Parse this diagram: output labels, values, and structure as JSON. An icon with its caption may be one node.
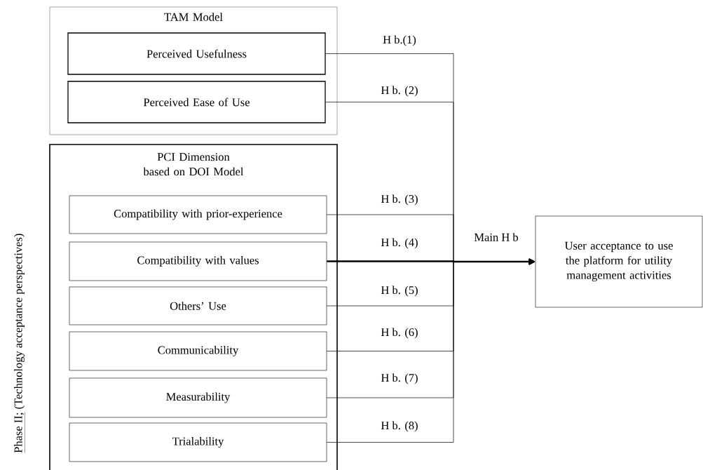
{
  "diagram": {
    "nodes": [
      {
        "text": [
          "TAM Model"
        ]
      },
      {
        "text": [
          "Perceived Usefulness"
        ],
        "in": 0
      },
      {
        "text": [
          "Perceived Ease of Use"
        ],
        "in": 0
      },
      {
        "text": [
          "PCI Dimension based on DOI Model"
        ]
      },
      {
        "text": [
          "Compatibility with prior-experience"
        ],
        "in": 3
      },
      {
        "text": [
          "Compatibility with values"
        ],
        "in": 3
      },
      {
        "text": [
          "Others’ Use"
        ],
        "in": 3
      },
      {
        "text": [
          "Communicability"
        ],
        "in": 3
      },
      {
        "text": [
          "Measurability"
        ],
        "in": 3
      },
      {
        "text": [
          "Trialability"
        ],
        "in": 3
      },
      {
        "text": [
          "User acceptance to use the platform for utility management activities"
        ]
      }
    ],
    "edges": [
      {
        "from": 1,
        "to": 10,
        "arrow": "to",
        "label": "H b.(1)"
      },
      {
        "from": 2,
        "to": 10,
        "arrow": "to",
        "label": "H b. (2)"
      },
      {
        "from": 4,
        "to": 10,
        "arrow": "to",
        "label": "H b. (3)"
      },
      {
        "from": 5,
        "to": 10,
        "arrow": "to",
        "label": "H b. (4)",
        "style": "thick"
      },
      {
        "from": 6,
        "to": 10,
        "arrow": "to",
        "label": "H b. (5)"
      },
      {
        "from": 7,
        "to": 10,
        "arrow": "to",
        "label": "H b. (6)"
      },
      {
        "from": 8,
        "to": 10,
        "arrow": "to",
        "label": "H b. (7)"
      },
      {
        "from": 9,
        "to": 10,
        "arrow": "to",
        "label": "H b. (8)"
      }
    ],
    "labels": [
      "Main H b",
      "Phase II;",
      "(Technology acceptance perspectives)"
    ]
  }
}
